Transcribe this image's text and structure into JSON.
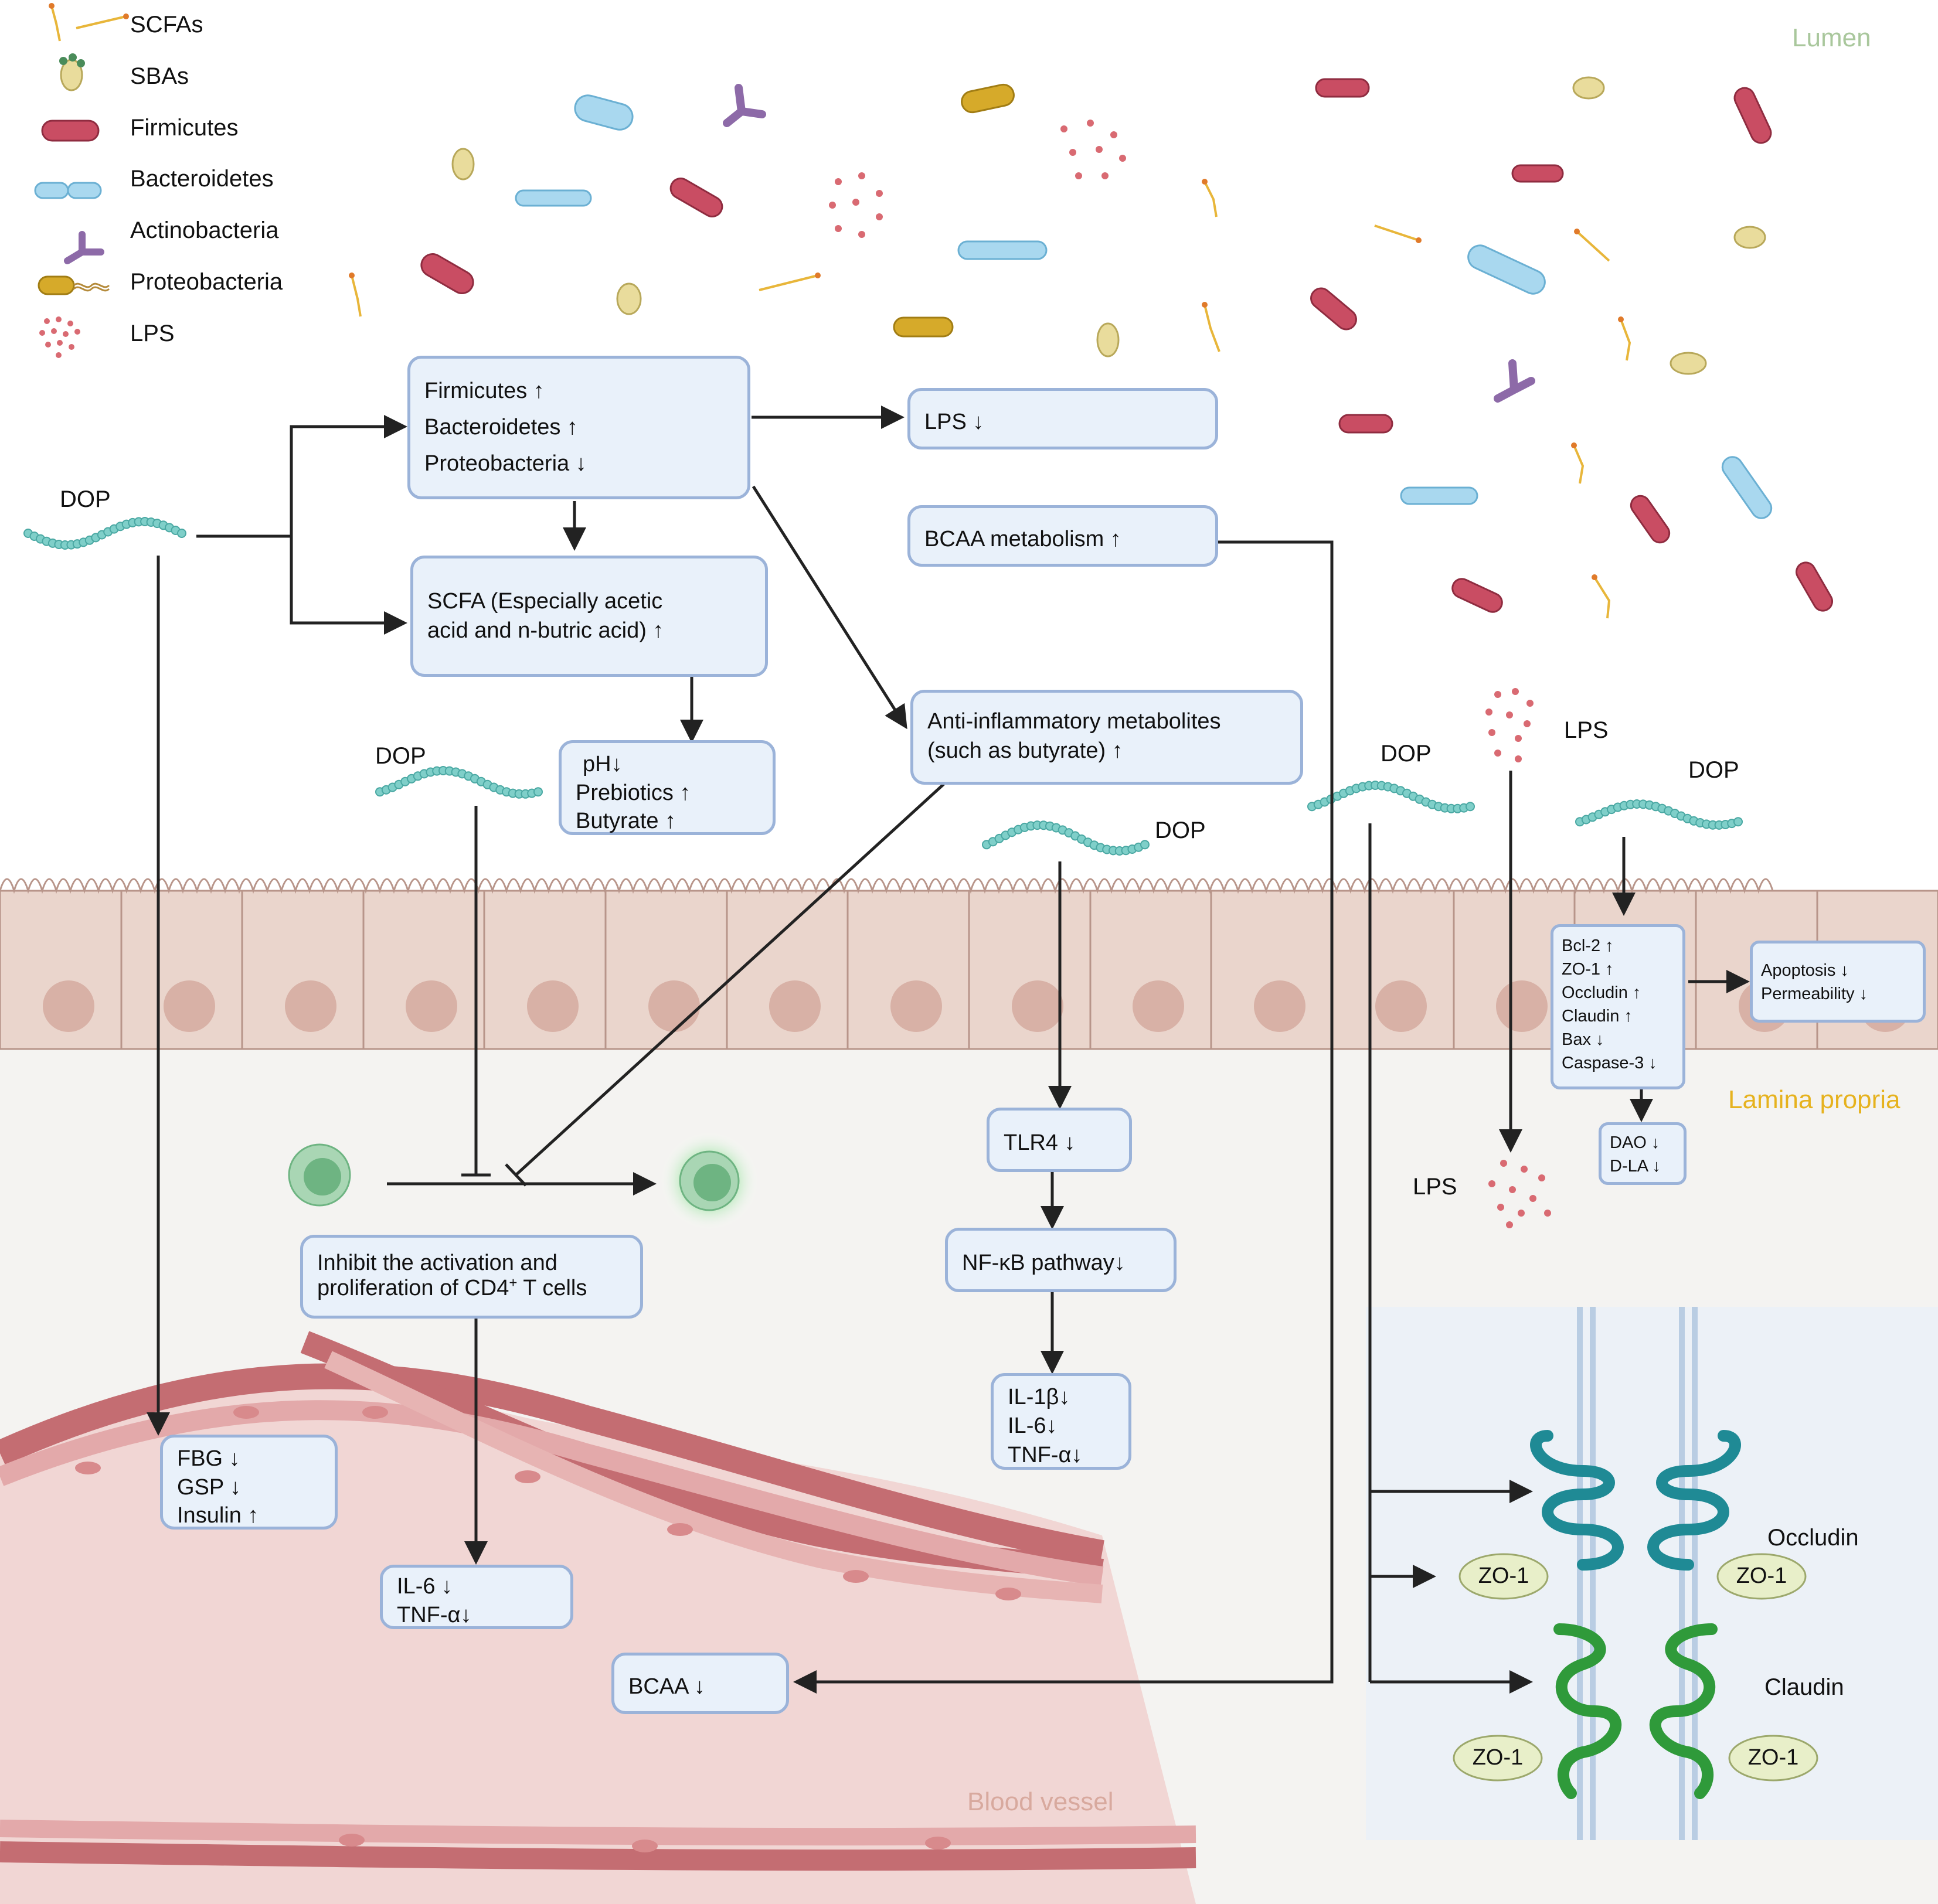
{
  "legend": [
    {
      "label": "SCFAs",
      "icon": "scfa-icon"
    },
    {
      "label": "SBAs",
      "icon": "sba-icon"
    },
    {
      "label": "Firmicutes",
      "icon": "firmicutes-icon"
    },
    {
      "label": "Bacteroidetes",
      "icon": "bacteroidetes-icon"
    },
    {
      "label": "Actinobacteria",
      "icon": "actinobacteria-icon"
    },
    {
      "label": "Proteobacteria",
      "icon": "proteobacteria-icon"
    },
    {
      "label": "LPS",
      "icon": "lps-icon"
    }
  ],
  "regions": {
    "lumen": "Lumen",
    "lamina_propria": "Lamina propria",
    "blood_vessel": "Blood vessel"
  },
  "dop_label": "DOP",
  "lps_label": "LPS",
  "boxes": {
    "microbiota": [
      "Firmicutes ↑",
      "Bacteroidetes ↑",
      "Proteobacteria ↓"
    ],
    "lps": [
      "LPS ↓"
    ],
    "bcaa_metabolism": [
      "BCAA metabolism ↑"
    ],
    "scfa": [
      "SCFA (Especially acetic",
      "acid and n-butric acid) ↑"
    ],
    "ph": [
      "pH↓",
      "Prebiotics ↑",
      "Butyrate ↑"
    ],
    "anti_inflammatory": [
      "Anti-inflammatory metabolites",
      "(such as butyrate) ↑"
    ],
    "tlr4": [
      "TLR4 ↓"
    ],
    "nfkb": [
      "NF-κB pathway↓"
    ],
    "cytokines_colon": [
      "IL-1β↓",
      "IL-6↓",
      "TNF-α↓"
    ],
    "t_cell_prefix": "Inhibit the activation and",
    "t_cell_line2_a": "proliferation of CD4",
    "t_cell_line2_sup": "+",
    "t_cell_line2_b": " T cells",
    "glucose": [
      "FBG ↓",
      "GSP ↓",
      "Insulin ↑"
    ],
    "cytokines_blood": [
      "IL-6 ↓",
      "TNF-α↓"
    ],
    "bcaa": [
      "BCAA ↓"
    ],
    "barrier_proteins": [
      "Bcl-2 ↑",
      "ZO-1 ↑",
      "Occludin ↑",
      "Claudin ↑",
      "Bax ↓",
      "Caspase-3 ↓"
    ],
    "apoptosis": [
      "Apoptosis ↓",
      "Permeability ↓"
    ],
    "dao": [
      "DAO ↓",
      "D-LA ↓"
    ]
  },
  "junction": {
    "occludin": "Occludin",
    "claudin": "Claudin",
    "zo1": "ZO-1"
  },
  "colors": {
    "firmicutes": "#c94d63",
    "bacteroidetes": "#a9d8ef",
    "actinobacteria": "#8d6aa8",
    "proteobacteria": "#d6aa2a",
    "scfa": "#e8b63a",
    "lps": "#d96a72",
    "dop": "#7fcfc9",
    "box_fill": "#e9f1fa",
    "box_border": "#9bb3d9",
    "epithelium": "#ead5cc",
    "lumen_label": "#a9c79c",
    "lamina_label": "#e6b21e",
    "vessel_label": "#d8a99e",
    "occludin": "#1f8a95",
    "claudin": "#2f9a3a"
  }
}
